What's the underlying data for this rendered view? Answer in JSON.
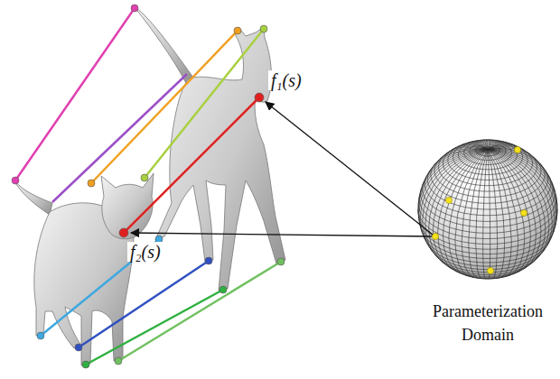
{
  "diagram": {
    "nodes": [
      {
        "text": [
          "Parameterization Domain"
        ]
      }
    ],
    "labels": [
      "f₁(s)",
      "f₂(s)"
    ]
  }
}
